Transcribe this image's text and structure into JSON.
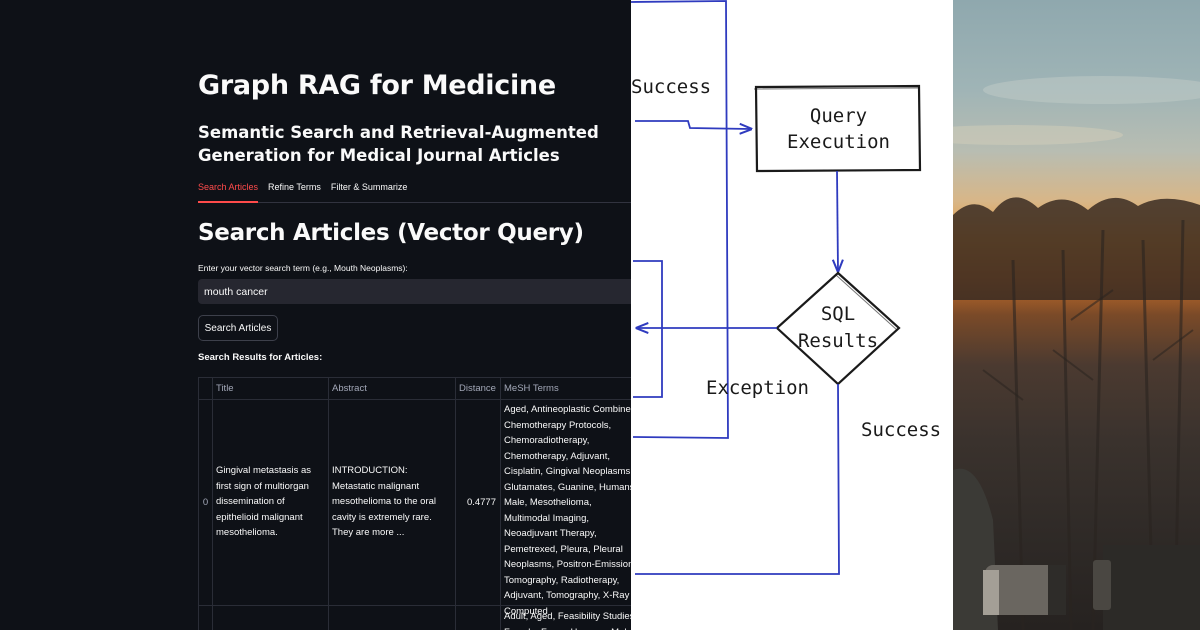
{
  "app": {
    "title": "Graph RAG for Medicine",
    "subtitle": "Semantic Search and Retrieval-Augmented Generation for Medical Journal Articles",
    "tabs": [
      {
        "label": "Search Articles",
        "active": true
      },
      {
        "label": "Refine Terms",
        "active": false
      },
      {
        "label": "Filter & Summarize",
        "active": false
      }
    ],
    "section_title": "Search Articles (Vector Query)",
    "search": {
      "label": "Enter your vector search term (e.g., Mouth Neoplasms):",
      "value": "mouth cancer"
    },
    "search_button": "Search Articles",
    "results_label": "Search Results for Articles:",
    "table": {
      "columns": [
        "",
        "Title",
        "Abstract",
        "Distance",
        "MeSH Terms"
      ],
      "rows": [
        {
          "index": "0",
          "title": "Gingival metastasis as first sign of multiorgan dissemination of epithelioid malignant mesothelioma.",
          "abstract": "INTRODUCTION: Metastatic malignant mesothelioma to the oral cavity is extremely rare. They are more ...",
          "distance": "0.4777",
          "mesh": "Aged, Antineoplastic Combined Chemotherapy Protocols, Chemoradiotherapy, Chemotherapy, Adjuvant, Cisplatin, Gingival Neoplasms, Glutamates, Guanine, Humans, Male, Mesothelioma, Multimodal Imaging, Neoadjuvant Therapy, Pemetrexed, Pleura, Pleural Neoplasms, Positron-Emission Tomography, Radiotherapy, Adjuvant, Tomography, X-Ray Computed"
        },
        {
          "index": "",
          "title": "",
          "abstract": "",
          "distance": "",
          "mesh": "Adult, Aged, Feasibility Studies, Female, Fmea, Humans, Male"
        }
      ]
    }
  },
  "diagram": {
    "labels": {
      "success_top": "Success",
      "query_execution": "Query Execution",
      "sql_results": "SQL Results",
      "exception": "Exception",
      "success_bottom": "Success"
    },
    "stroke_color": "#2f3bbf"
  },
  "colors": {
    "app_bg": "#0e1117",
    "accent": "#ff4b4b",
    "input_bg": "#262730"
  }
}
